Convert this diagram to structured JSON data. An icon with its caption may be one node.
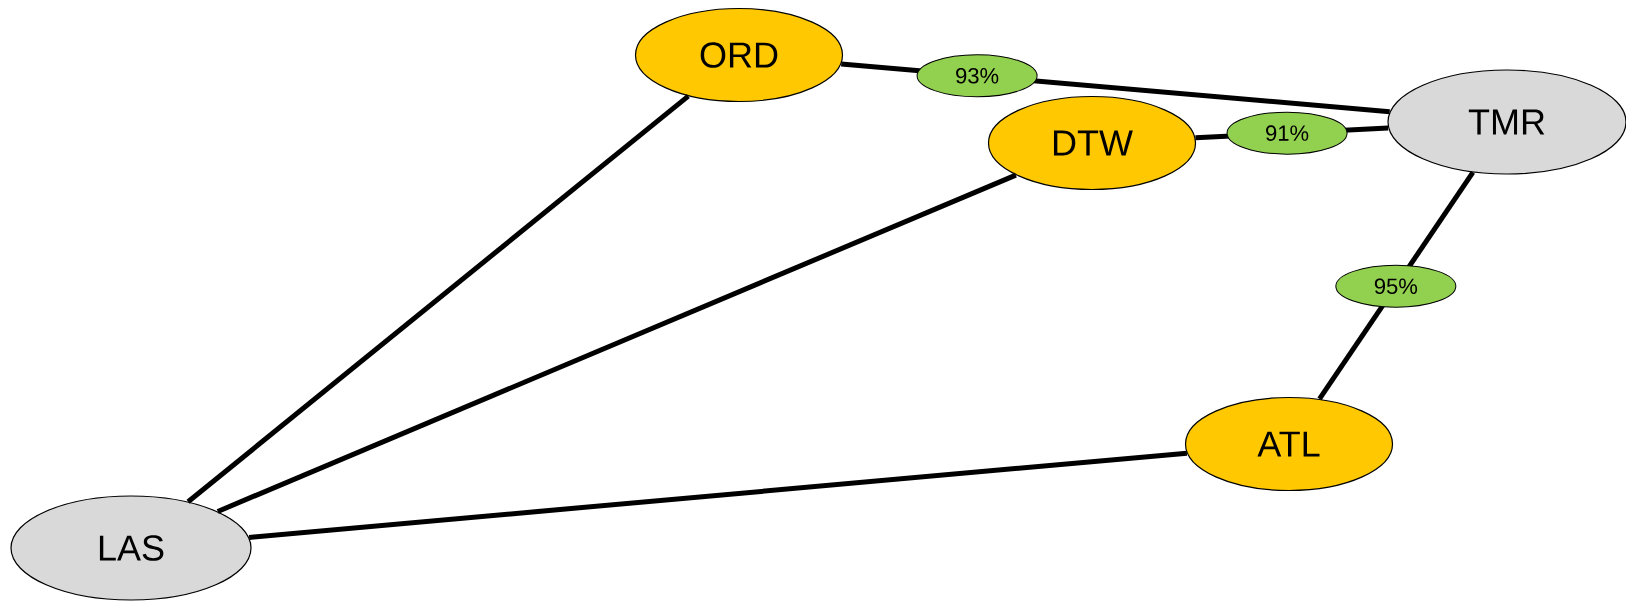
{
  "diagram": {
    "nodes": [
      {
        "text": [
          "ORD"
        ]
      },
      {
        "text": [
          "DTW"
        ]
      },
      {
        "text": [
          "TMR"
        ]
      },
      {
        "text": [
          "ATL"
        ]
      },
      {
        "text": [
          "LAS"
        ]
      }
    ],
    "edges": [
      {
        "from": 0,
        "to": 2,
        "arrow": "none",
        "label": "93%"
      },
      {
        "from": 1,
        "to": 2,
        "arrow": "none",
        "label": "91%"
      },
      {
        "from": 2,
        "to": 3,
        "arrow": "none",
        "label": "95%"
      },
      {
        "from": 4,
        "to": 0,
        "arrow": "none"
      },
      {
        "from": 4,
        "to": 1,
        "arrow": "none"
      },
      {
        "from": 4,
        "to": 3,
        "arrow": "none"
      }
    ]
  }
}
